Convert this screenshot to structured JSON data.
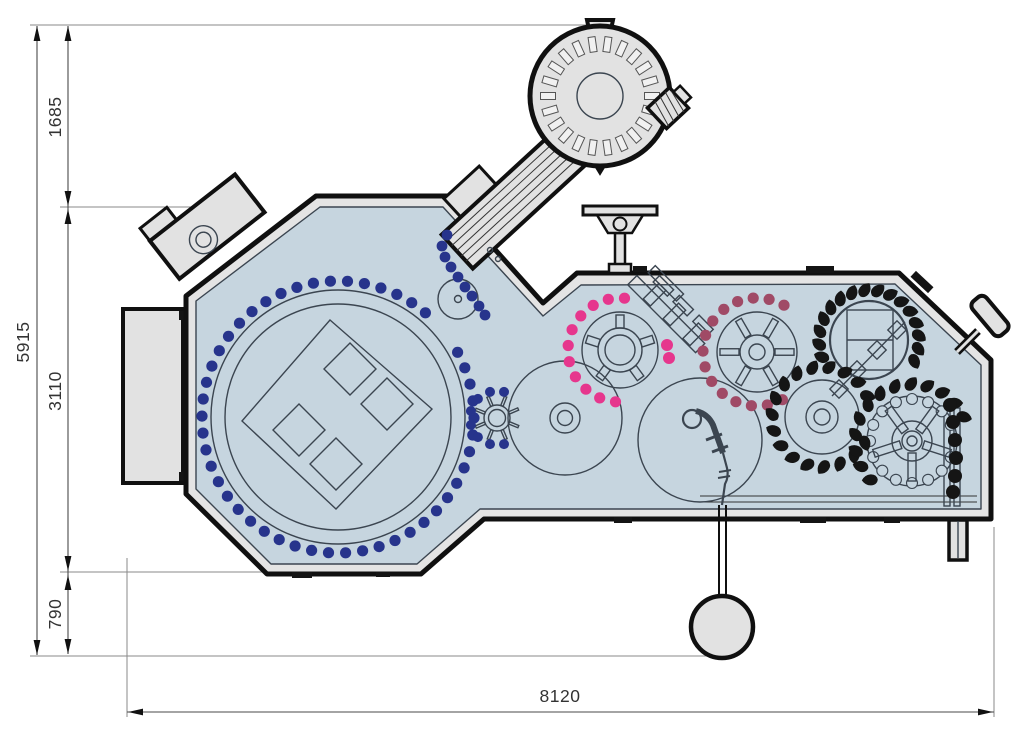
{
  "diagram": {
    "dimensions": {
      "overall_height": "5915",
      "upper_section": "1685",
      "mid_section": "3110",
      "lower_section": "790",
      "overall_width": "8120"
    },
    "colors": {
      "body_fill": "#c6d5df",
      "frame_fill": "#e4e4e4",
      "accessory_fill": "#e2e2e2",
      "outline": "#101010",
      "thin_line": "#3b4550",
      "dot_blue": "#27348c",
      "dot_pink": "#e6368d",
      "dot_maroon": "#a04a66",
      "dot_black": "#151515",
      "dim_line": "#4a4a4a",
      "ext_line": "#8a8a8a",
      "dim_text": "#333333"
    }
  }
}
